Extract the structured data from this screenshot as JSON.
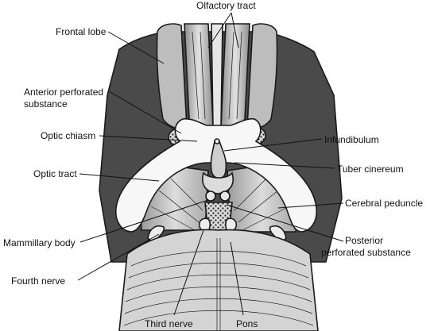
{
  "labels": {
    "olfactory_tract": "Olfactory tract",
    "frontal_lobe": "Frontal lobe",
    "anterior_perforated_1": "Anterior perforated",
    "anterior_perforated_2": "substance",
    "optic_chiasm": "Optic chiasm",
    "infundibulum": "Infundibulum",
    "optic_tract": "Optic tract",
    "tuber_cinereum": "Tuber cinereum",
    "cerebral_peduncle": "Cerebral peduncle",
    "mammillary_body": "Mammillary body",
    "posterior_perforated_1": "Posterior",
    "posterior_perforated_2": "perforated substance",
    "fourth_nerve": "Fourth nerve",
    "third_nerve": "Third nerve",
    "pons": "Pons"
  },
  "colors": {
    "dark_fill": "#4a4a4a",
    "mid_fill": "#bdbdbd",
    "light_fill": "#e6e6e6",
    "white_fill": "#f7f7f7"
  }
}
